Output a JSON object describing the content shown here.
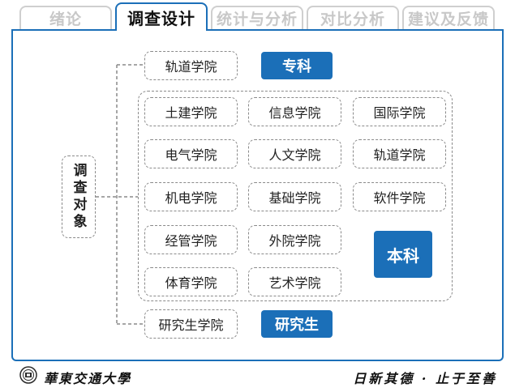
{
  "tabs": [
    {
      "label": "绪论",
      "active": false
    },
    {
      "label": "调查设计",
      "active": true
    },
    {
      "label": "统计与分析",
      "active": false
    },
    {
      "label": "对比分析",
      "active": false
    },
    {
      "label": "建议及反馈",
      "active": false
    }
  ],
  "survey": {
    "root_label": "调查对象",
    "specialist": {
      "badge": "专科",
      "colleges": [
        "轨道学院"
      ]
    },
    "undergraduate": {
      "badge": "本科",
      "colleges": [
        "土建学院",
        "信息学院",
        "国际学院",
        "电气学院",
        "人文学院",
        "轨道学院",
        "机电学院",
        "基础学院",
        "软件学院",
        "经管学院",
        "外院学院",
        "体育学院",
        "艺术学院"
      ]
    },
    "graduate": {
      "badge": "研究生",
      "colleges": [
        "研究生学院"
      ]
    }
  },
  "footer": {
    "university_name": "華東交通大學",
    "motto": "日新其德 · 止于至善"
  },
  "colors": {
    "accent": "#1b6fb8",
    "inactive_tab_text": "#c8c8c8",
    "dashed_border": "#8a8a8a"
  }
}
